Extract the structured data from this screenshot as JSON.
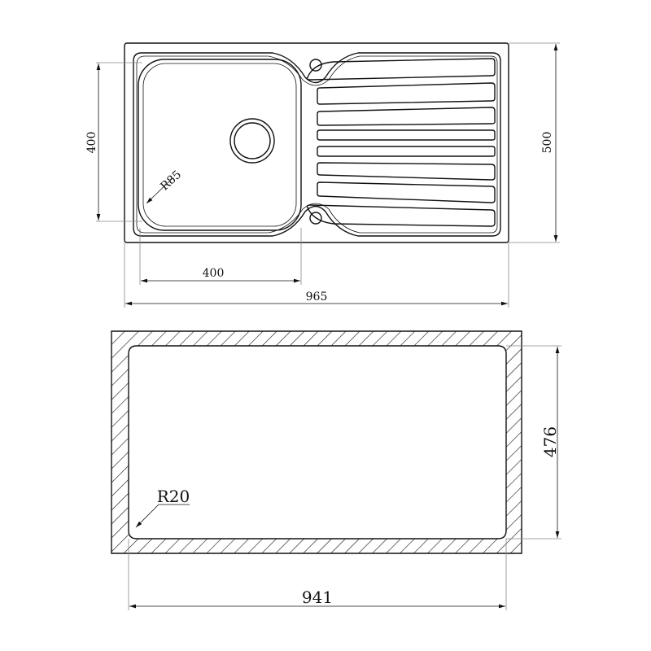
{
  "top_view": {
    "bowl_height": "400",
    "overall_depth": "500",
    "bowl_width": "400",
    "overall_width": "965",
    "corner_radius": "R85"
  },
  "cutout_view": {
    "cutout_depth": "476",
    "cutout_width": "941",
    "corner_radius": "R20"
  }
}
